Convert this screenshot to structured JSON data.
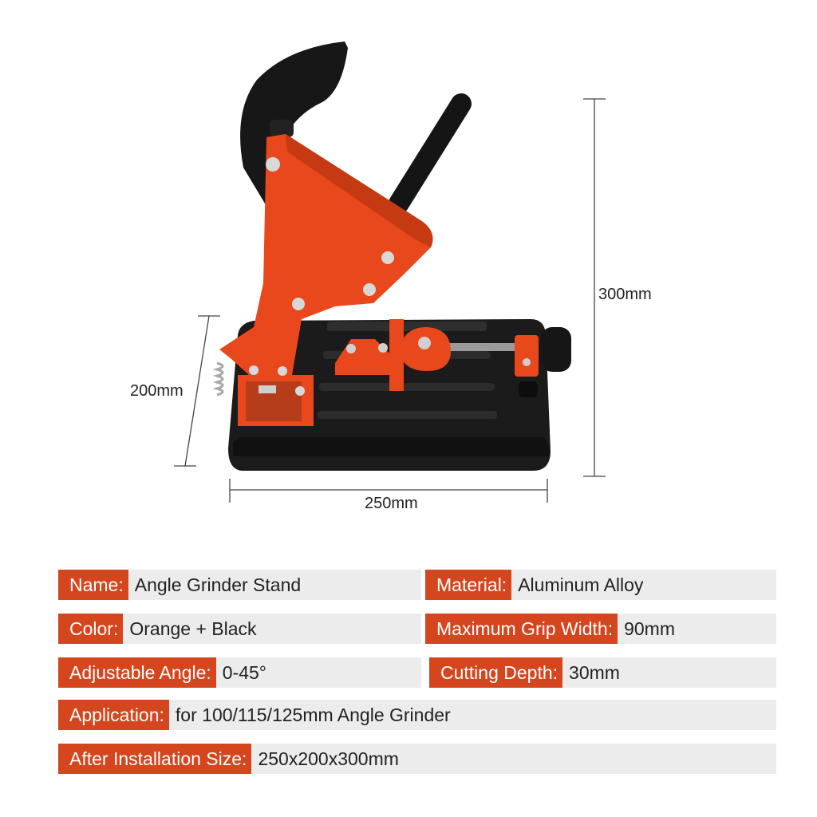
{
  "dimensions": {
    "width": "250mm",
    "depth": "200mm",
    "height": "300mm"
  },
  "colors": {
    "accent": "#d5461e",
    "body_orange": "#e8481b",
    "base_black": "#1b1b1b",
    "row_bg": "#ececec"
  },
  "specs": {
    "name": {
      "label": "Name:",
      "value": "Angle Grinder Stand"
    },
    "material": {
      "label": "Material:",
      "value": "Aluminum Alloy"
    },
    "color": {
      "label": "Color:",
      "value": "Orange + Black"
    },
    "grip_width": {
      "label": "Maximum Grip Width:",
      "value": "90mm"
    },
    "angle": {
      "label": "Adjustable Angle:",
      "value": "0-45°"
    },
    "cutting_depth": {
      "label": "Cutting Depth:",
      "value": "30mm"
    },
    "application": {
      "label": "Application:",
      "value": "for 100/115/125mm Angle Grinder"
    },
    "install_size": {
      "label": "After Installation Size:",
      "value": "250x200x300mm"
    }
  }
}
